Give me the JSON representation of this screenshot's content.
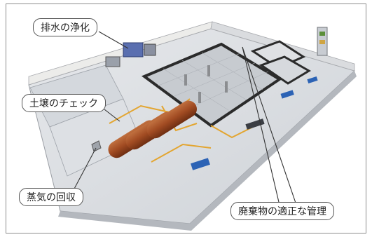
{
  "callouts": {
    "wastewater": "排水の浄化",
    "soil": "土壌のチェック",
    "steam": "蒸気の回収",
    "waste": "廃棄物の適正な管理"
  },
  "colors": {
    "floor": "#dcdfe3",
    "wall": "#ececea",
    "tank": "#a14b22",
    "pipe": "#e3a530",
    "sign": "#2c63b5",
    "frame": "#8e8e8e"
  }
}
